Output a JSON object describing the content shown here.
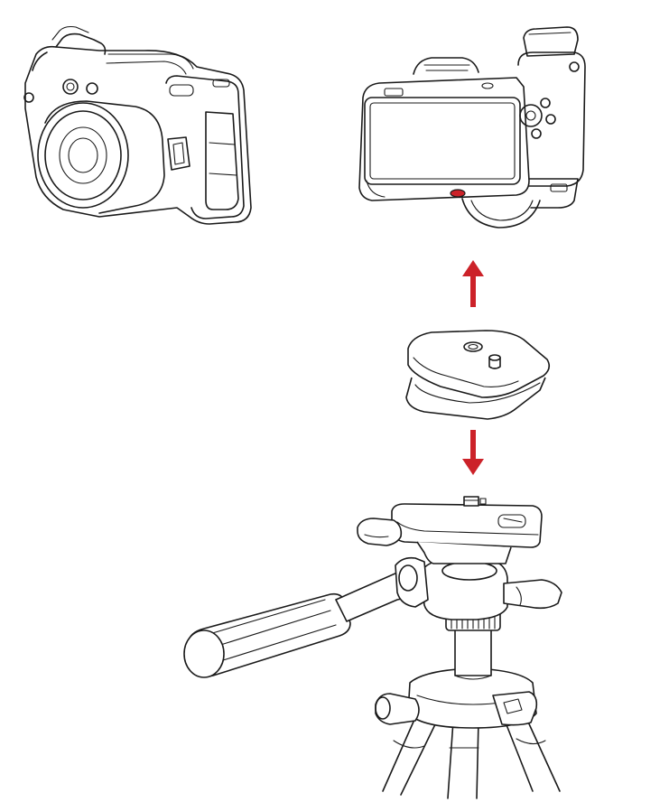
{
  "diagram": {
    "accent_color": "#cc2229",
    "line_color": "#1a1a1a",
    "background": "#ffffff",
    "figures": [
      {
        "id": "camera-front",
        "icon": "thermal-camera-front-view"
      },
      {
        "id": "camera-rear",
        "icon": "thermal-camera-rear-view-with-tripod-socket"
      },
      {
        "id": "quick-release-plate",
        "icon": "tripod-quick-release-plate"
      },
      {
        "id": "tripod",
        "icon": "tripod-pan-head-with-handle"
      }
    ],
    "arrows": [
      {
        "from": "quick-release-plate",
        "to": "camera-rear",
        "direction": "up"
      },
      {
        "from": "tripod",
        "to": "quick-release-plate",
        "direction": "down"
      }
    ]
  }
}
